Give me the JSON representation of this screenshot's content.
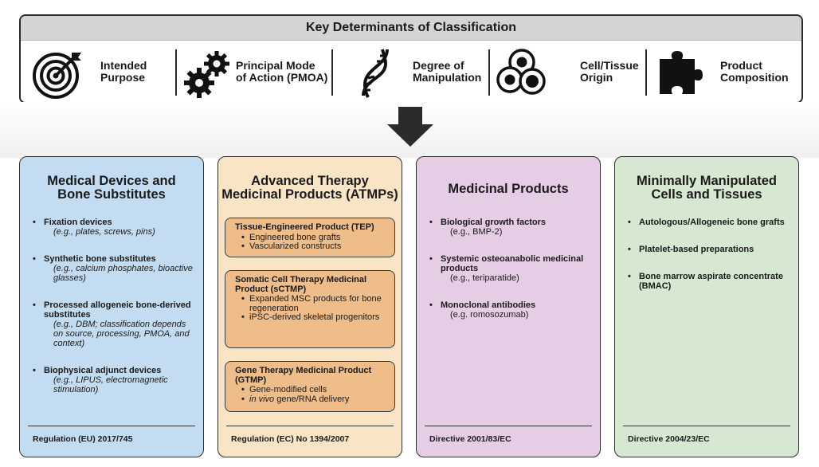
{
  "header": {
    "title": "Key Determinants of Classification"
  },
  "determinants": [
    {
      "icon": "target-icon",
      "label": "Intended\nPurpose"
    },
    {
      "icon": "gears-icon",
      "label": "Principal Mode\nof Action (PMOA)"
    },
    {
      "icon": "dna-icon",
      "label": "Degree of\nManipulation"
    },
    {
      "icon": "cells-icon",
      "label": "Cell/Tissue\nOrigin"
    },
    {
      "icon": "puzzle-icon",
      "label": "Product\nComposition"
    }
  ],
  "categories": [
    {
      "title": "Medical Devices and\nBone Substitutes",
      "bg": "#c4dcf1",
      "items": [
        {
          "main": "Fixation devices",
          "example": "(e.g., plates, screws, pins)"
        },
        {
          "main": "Synthetic bone substitutes",
          "example": "(e.g., calcium phosphates, bioactive glasses)"
        },
        {
          "main": "Processed allogeneic bone-derived substitutes",
          "example": "(e.g., DBM; classification depends on source, processing, PMOA, and context)"
        },
        {
          "main": "Biophysical adjunct devices",
          "example": "(e.g., LIPUS, electromagnetic stimulation)"
        }
      ],
      "regulation": "Regulation (EU) 2017/745"
    },
    {
      "title": "Advanced Therapy\nMedicinal Products (ATMPs)",
      "bg": "#f9e5c6",
      "subproducts": [
        {
          "title": "Tissue-Engineered Product (TEP)",
          "items": [
            "Engineered bone grafts",
            "Vascularized constructs"
          ]
        },
        {
          "title": "Somatic Cell Therapy Medicinal\nProduct (sCTMP)",
          "items": [
            "Expanded MSC products for bone regeneration",
            "iPSC-derived skeletal progenitors"
          ]
        },
        {
          "title": "Gene Therapy Medicinal Product\n(GTMP)",
          "items": [
            "Gene-modified cells",
            "in vivo gene/RNA delivery"
          ]
        }
      ],
      "regulation": "Regulation (EC) No 1394/2007"
    },
    {
      "title": "Medicinal Products",
      "bg": "#e6cde6",
      "items": [
        {
          "main": "Biological growth factors",
          "example": "(e.g., BMP-2)"
        },
        {
          "main": "Systemic osteoanabolic medicinal products",
          "example": "(e.g., teriparatide)"
        },
        {
          "main": "Monoclonal antibodies",
          "example": "(e.g. romosozumab)"
        }
      ],
      "regulation": "Directive 2001/83/EC"
    },
    {
      "title": "Minimally Manipulated\nCells and Tissues",
      "bg": "#d6e8d2",
      "items": [
        {
          "main": "Autologous/Allogeneic bone grafts"
        },
        {
          "main": "Platelet-based preparations"
        },
        {
          "main": "Bone marrow aspirate concentrate (BMAC)"
        }
      ],
      "regulation": "Directive 2004/23/EC"
    }
  ]
}
